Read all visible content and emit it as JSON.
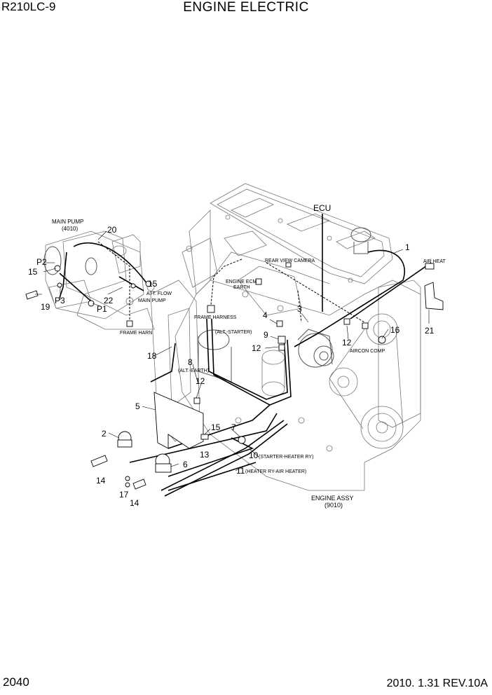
{
  "header": {
    "model": "R210LC-9",
    "title": "ENGINE ELECTRIC"
  },
  "footer": {
    "page": "2040",
    "revision": "2010. 1.31  REV.10A"
  },
  "labels": {
    "ecu": "ECU",
    "main_pump": "MAIN PUMP",
    "main_pump_code": "(4010)",
    "rear_view_camera": "REAR VIEW CAMERA",
    "engine_ecm": "ENGINE ECM",
    "earth": "EARTH",
    "air_heat": "AIR HEAT",
    "frame_harness": "FRAME HARNESS",
    "alt_starter": "(ALT.-STARTER)",
    "alt_earth": "(ALT.-EARTH)",
    "att_flow": "ATT. FLOW",
    "main_pump_small": "MAIN PUMP",
    "frame_harn": "FRAME HARN",
    "aircon_comp": "AIRCON COMP",
    "starter_heater_ry": "(STARTER-HEATER RY)",
    "heater_ry_air_heater": "(HEATER RY-AIR HEATER)",
    "engine_assy": "ENGINE ASSY",
    "engine_assy_code": "(9010)"
  },
  "callouts": {
    "n1": "1",
    "n2": "2",
    "n3": "3",
    "n4": "4",
    "n5": "5",
    "n6": "6",
    "n7": "7",
    "n8": "8",
    "n9": "9",
    "n10": "10",
    "n11": "11",
    "n12a": "12",
    "n12b": "12",
    "n12c": "12",
    "n13": "13",
    "n14a": "14",
    "n14b": "14",
    "n15a": "15",
    "n15b": "15",
    "n15c": "15",
    "n16": "16",
    "n17": "17",
    "n18": "18",
    "n19": "19",
    "n20": "20",
    "n21": "21",
    "n22": "22",
    "p1": "P1",
    "p2": "P2",
    "p3": "P3"
  }
}
